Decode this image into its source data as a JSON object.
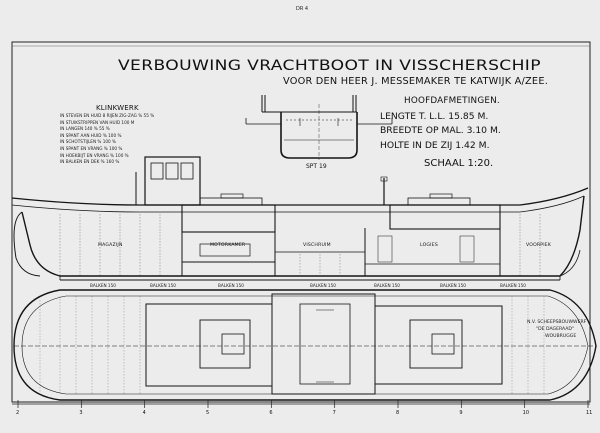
{
  "sheet": {
    "stamp": "DR 4",
    "title": "VERBOUWING VRACHTBOOT IN VISSCHERSCHIP",
    "subtitle": "VOOR DEN HEER J. MESSEMAKER TE KATWIJK A/ZEE."
  },
  "klinkwerk": {
    "heading": "KLINKWERK",
    "lines": [
      "IN STEVEN EN HUID 8 RIJEN ZIG-ZAG % 55 %",
      "IN STUIKSTRIPPEN VAN HUID 100 M",
      "IN LANGEN 140 % 55 %",
      "IN SPANT AAN HUID % 100 %",
      "IN SCHOTSTIJLEN % 100 %",
      "IN SPANT EN VRANG % 100 %",
      "IN HOEKBIJT EN VRANG % 100 %",
      "IN BALKEN EN DEK % 160 %"
    ]
  },
  "section": {
    "label": "SPT 19"
  },
  "hoofdafmetingen": {
    "heading": "HOOFDAFMETINGEN.",
    "lines": [
      "LENGTE T. L.L. 15.85 M.",
      "BREEDTE OP MAL. 3.10 M.",
      "HOLTE IN DE ZIJ 1.42 M."
    ],
    "scale": "SCHAAL 1:20."
  },
  "rooms": [
    "MAGAZIJN",
    "MOTORKAMER",
    "VISCHRUIM",
    "LOGIES",
    "VOORPIEK"
  ],
  "deck_notes": [
    "BALKEN 150",
    "BALKEN 150",
    "BALKEN 150",
    "BALKEN 150",
    "BALKEN 150",
    "BALKEN 150",
    "BALKEN 150"
  ],
  "yard": {
    "line1": "N.V. SCHEEPSBOUWWERF",
    "line2": "\"DE DAGERAAD\"",
    "line3": "WOUBRUGGE"
  },
  "scale_ticks": [
    "2",
    "3",
    "4",
    "5",
    "6",
    "7",
    "8",
    "9",
    "10",
    "11"
  ],
  "colors": {
    "paper": "#ececec",
    "ink": "#151515"
  }
}
